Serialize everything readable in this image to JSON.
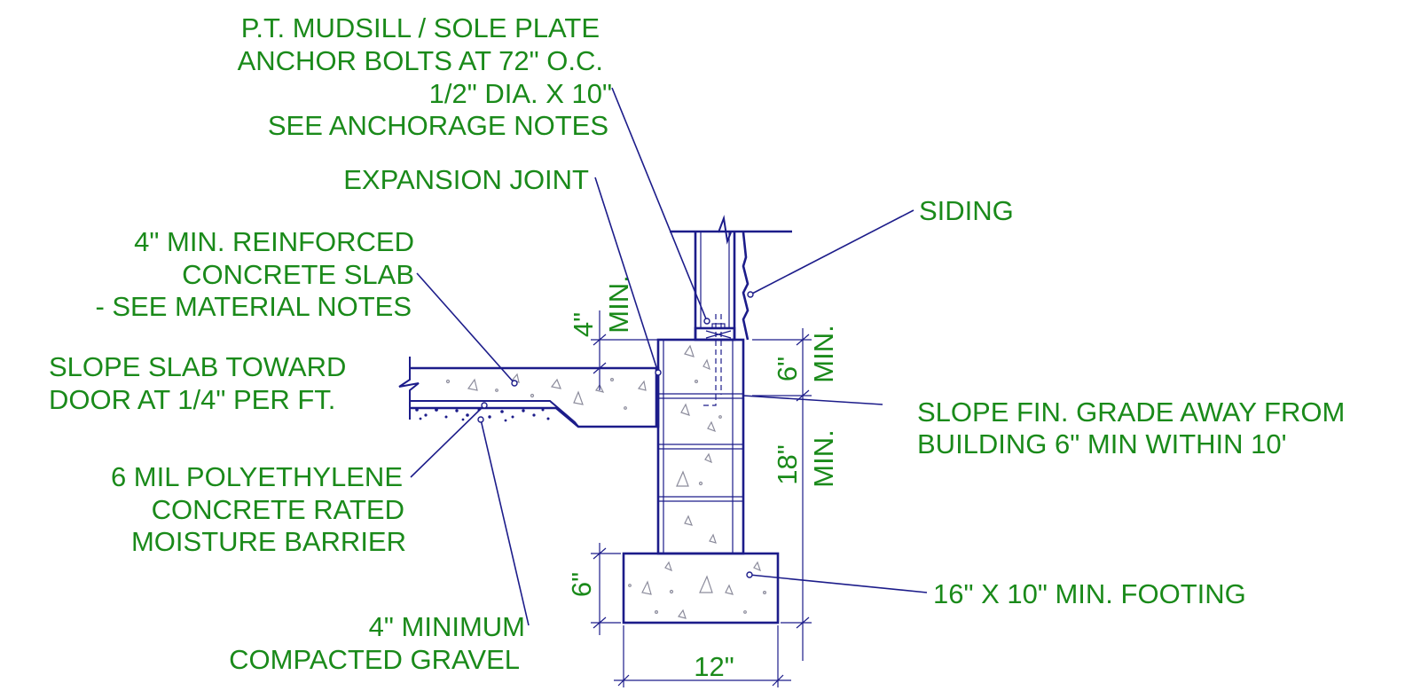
{
  "labels": {
    "mudsill": [
      "P.T. MUDSILL / SOLE PLATE",
      "ANCHOR BOLTS AT 72\" O.C.",
      "1/2\" DIA. X 10\"",
      "SEE ANCHORAGE NOTES"
    ],
    "expansion": [
      "EXPANSION JOINT"
    ],
    "slab": [
      "4\" MIN. REINFORCED",
      "CONCRETE SLAB",
      "- SEE MATERIAL NOTES"
    ],
    "slope_slab": [
      "SLOPE SLAB TOWARD",
      "DOOR AT 1/4\" PER FT."
    ],
    "poly": [
      "6 MIL POLYETHYLENE",
      "CONCRETE RATED",
      "MOISTURE BARRIER"
    ],
    "gravel": [
      "4\" MINIMUM",
      "COMPACTED GRAVEL"
    ],
    "siding": [
      "SIDING"
    ],
    "grade": [
      "SLOPE FIN. GRADE AWAY FROM",
      "BUILDING 6\" MIN WITHIN 10'"
    ],
    "footing": [
      "16\" X 10\" MIN. FOOTING"
    ]
  },
  "dimensions": {
    "slab_4": "4\"",
    "slab_min": "MIN.",
    "wall_6": "6\"",
    "wall_6_min": "MIN.",
    "wall_18": "18\"",
    "wall_18_min": "MIN.",
    "footing_6": "6\"",
    "footing_12": "12\""
  },
  "colors": {
    "text": "#1a8a1a",
    "lines": "#1c1c8a"
  }
}
